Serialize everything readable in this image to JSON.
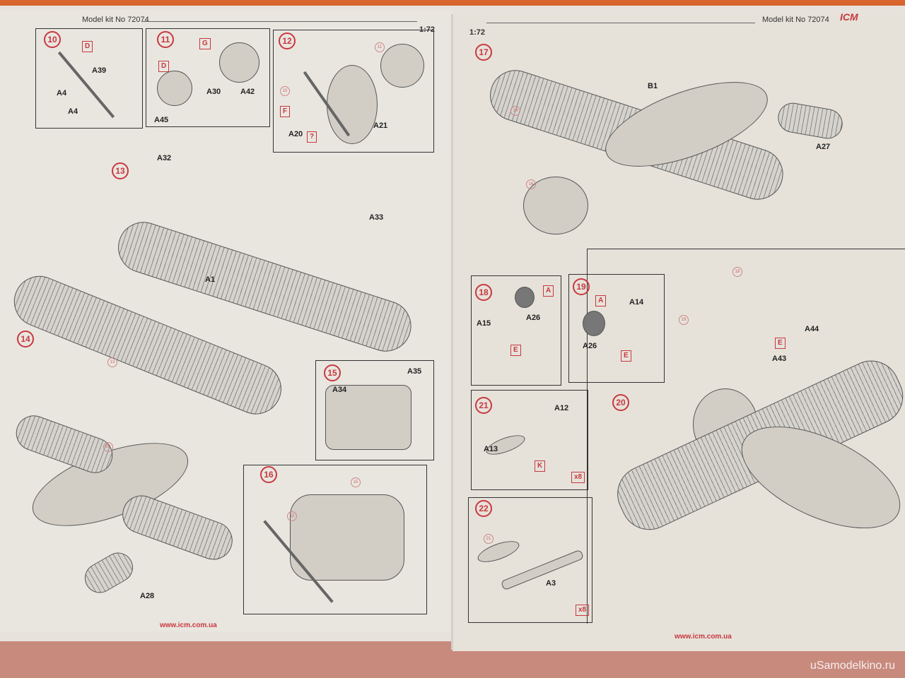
{
  "header": {
    "left_kit": "Model kit No 72074",
    "left_scale": "1:72",
    "right_scale": "1:72",
    "right_kit": "Model kit No 72074",
    "logo": "ICM"
  },
  "steps": [
    "10",
    "11",
    "12",
    "13",
    "14",
    "15",
    "16",
    "17",
    "18",
    "19",
    "20",
    "21",
    "22"
  ],
  "labels": {
    "s10": [
      "A39",
      "A4",
      "A4"
    ],
    "s11": [
      "A30",
      "A42",
      "A45"
    ],
    "s12": [
      "A20",
      "A21"
    ],
    "s13": [
      "A32",
      "A33",
      "A1"
    ],
    "s14": [
      "A28"
    ],
    "s15": [
      "A34",
      "A35"
    ],
    "s17": [
      "B1",
      "A27"
    ],
    "s18": [
      "A15",
      "A26"
    ],
    "s19": [
      "A14",
      "A26"
    ],
    "s20": [
      "A44",
      "A43"
    ],
    "s21": [
      "A12",
      "A13"
    ],
    "s22": [
      "A3"
    ]
  },
  "tags": {
    "D1": "D",
    "G": "G",
    "D2": "D",
    "F": "F",
    "Q": "?",
    "A18": "A",
    "E18": "E",
    "A19": "A",
    "E19": "E",
    "E20": "E",
    "K": "K",
    "x8a": "x8",
    "x8b": "x8"
  },
  "refs": [
    "11",
    "10",
    "13",
    "09",
    "12",
    "15",
    "14",
    "16",
    "18",
    "19",
    "21"
  ],
  "footer": {
    "url_left": "www.icm.com.ua",
    "url_right": "www.icm.com.ua"
  },
  "watermark": "uSamodelkino.ru"
}
